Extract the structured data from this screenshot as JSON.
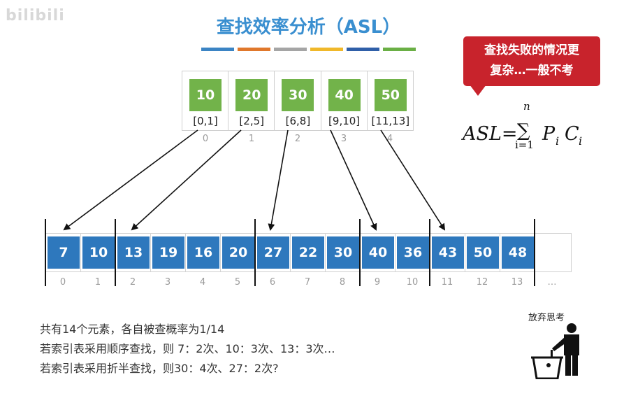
{
  "watermark": "bilibili",
  "title": "查找效率分析（ASL）",
  "color_bars": [
    "#3b84c4",
    "#e0782c",
    "#a5a5a5",
    "#f0b82a",
    "#2f5fa8",
    "#6aaf45"
  ],
  "index_table": [
    {
      "value": "10",
      "range": "[0,1]",
      "index": "0"
    },
    {
      "value": "20",
      "range": "[2,5]",
      "index": "1"
    },
    {
      "value": "30",
      "range": "[6,8]",
      "index": "2"
    },
    {
      "value": "40",
      "range": "[9,10]",
      "index": "3"
    },
    {
      "value": "50",
      "range": "[11,13]",
      "index": "4"
    }
  ],
  "callout": {
    "line1": "查找失败的情况更",
    "line2": "复杂…一般不考"
  },
  "formula": {
    "lhs": "ASL=",
    "sum": "∑",
    "upper": "n",
    "lower": "i=1",
    "p": "P",
    "p_sub": "i",
    "c": "C",
    "c_sub": "i"
  },
  "array": {
    "values": [
      "7",
      "10",
      "13",
      "19",
      "16",
      "20",
      "27",
      "22",
      "30",
      "40",
      "36",
      "43",
      "50",
      "48"
    ],
    "indices": [
      "0",
      "1",
      "2",
      "3",
      "4",
      "5",
      "6",
      "7",
      "8",
      "9",
      "10",
      "11",
      "12",
      "13"
    ],
    "ellipsis": "…"
  },
  "desc": {
    "line1": "共有14个元素，各自被查概率为1/14",
    "line2": "若索引表采用顺序查找，则 7：2次、10：3次、13：3次…",
    "line3": "若索引表采用折半查找，则30：4次、27：2次?"
  },
  "trash_label": "放弃思考"
}
